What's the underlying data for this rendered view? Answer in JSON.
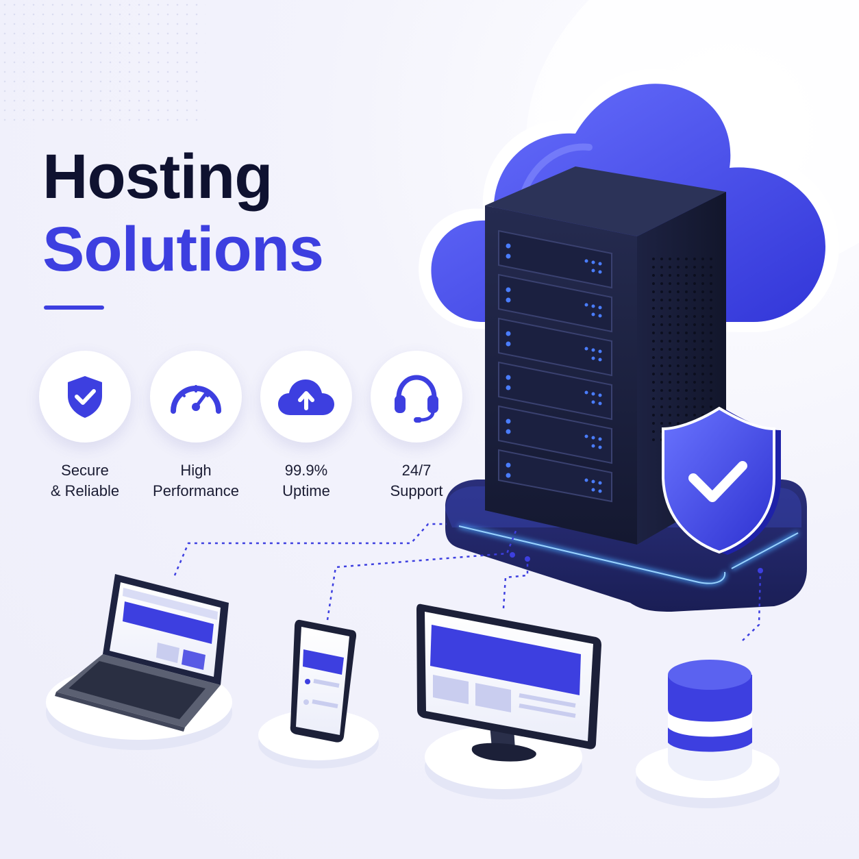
{
  "title": {
    "line1": "Hosting",
    "line2": "Solutions"
  },
  "features": [
    {
      "icon": "shield-check-icon",
      "line1": "Secure",
      "line2": "& Reliable"
    },
    {
      "icon": "speedometer-icon",
      "line1": "High",
      "line2": "Performance"
    },
    {
      "icon": "cloud-upload-icon",
      "line1": "99.9%",
      "line2": "Uptime"
    },
    {
      "icon": "headset-icon",
      "line1": "24/7",
      "line2": "Support"
    }
  ],
  "colors": {
    "accent": "#3d3fe0",
    "heading": "#0f1230",
    "server": "#1a1f3d",
    "led": "#4a7dff"
  }
}
